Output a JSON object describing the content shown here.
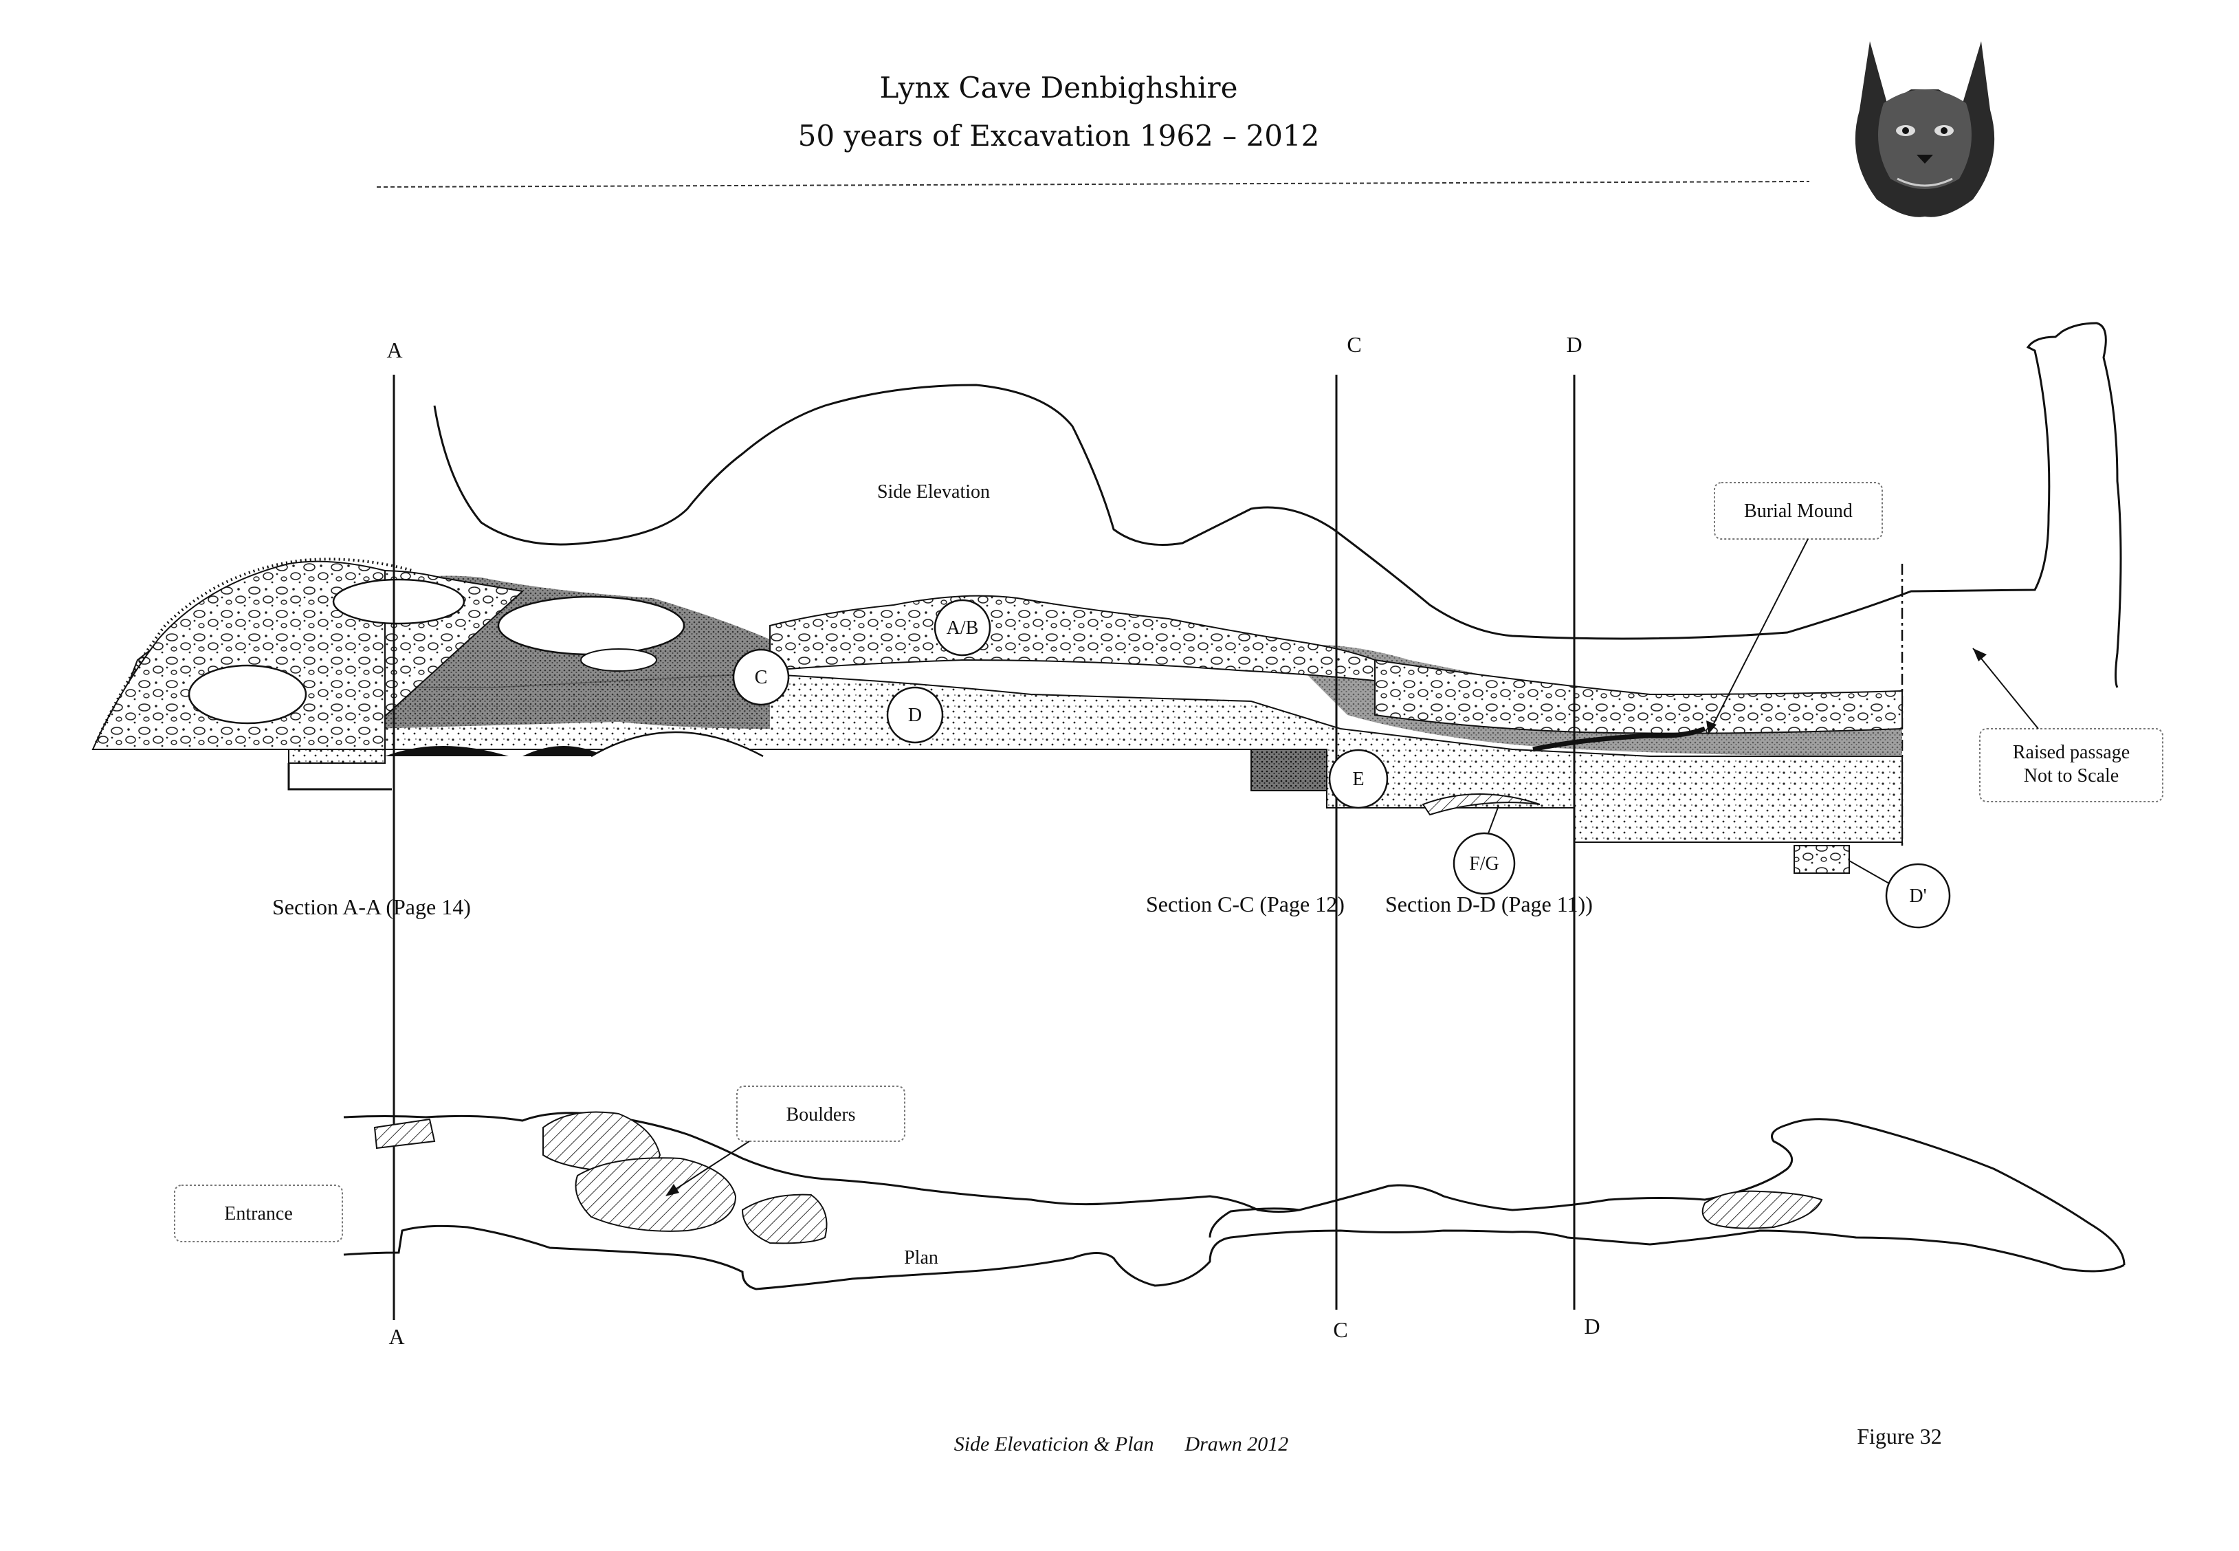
{
  "header": {
    "title_line1": "Lynx Cave  Denbighshire",
    "title_line2": "50 years of Excavation  1962 – 2012",
    "logo_icon": "lynx-head-icon"
  },
  "section_letters": {
    "a_top": "A",
    "c_top": "C",
    "d_top": "D",
    "a_bottom": "A",
    "c_bottom": "C",
    "d_bottom": "D"
  },
  "labels": {
    "side_elevation": "Side Elevation",
    "burial_mound": "Burial Mound",
    "raised_passage_line1": "Raised passage",
    "raised_passage_line2": "Not to Scale",
    "section_aa": "Section A-A (Page 14)",
    "section_cc": "Section C-C (Page 12)",
    "section_dd": "Section D-D (Page 11))",
    "boulders": "Boulders",
    "entrance": "Entrance",
    "plan": "Plan"
  },
  "markers": {
    "ab": "A/B",
    "c": "C",
    "d": "D",
    "e": "E",
    "fg": "F/G",
    "d_prime": "D'"
  },
  "footer": {
    "caption": "Side Elevaticion & Plan      Drawn 2012",
    "figure": "Figure 32"
  }
}
